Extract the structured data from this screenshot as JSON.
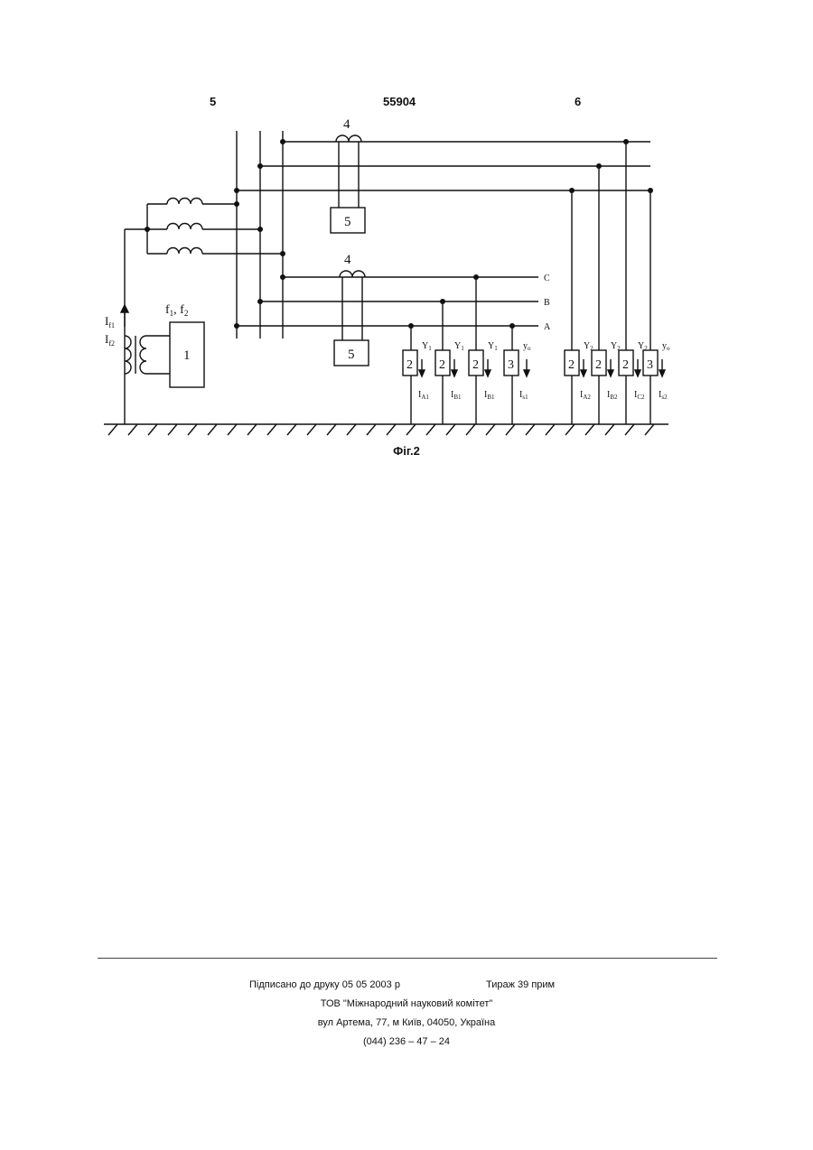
{
  "header": {
    "left": "5",
    "center": "55904",
    "right": "6"
  },
  "figure": {
    "caption": "Фіг.2",
    "phase_labels": [
      "C",
      "B",
      "A"
    ],
    "ct_label": "4",
    "meter_label": "5",
    "generator": {
      "label": "1",
      "freq_f1": "f",
      "freq_f1_sub": "1",
      "freq_f2": "f",
      "freq_f2_sub": "2"
    },
    "current_labels": {
      "i1": "I",
      "i1_sub": "f1",
      "i2": "I",
      "i2_sub": "f2"
    },
    "left_loads": [
      {
        "box": "2",
        "y": "Y",
        "y_sub": "1",
        "i": "I",
        "i_sub": "A1"
      },
      {
        "box": "2",
        "y": "Y",
        "y_sub": "1",
        "i": "I",
        "i_sub": "B1"
      },
      {
        "box": "2",
        "y": "Y",
        "y_sub": "1",
        "i": "I",
        "i_sub": "B1"
      },
      {
        "box": "3",
        "y": "y",
        "y_sub": "o",
        "i": "I",
        "i_sub": "s1"
      }
    ],
    "right_loads": [
      {
        "box": "2",
        "y": "Y",
        "y_sub": "2",
        "i": "I",
        "i_sub": "A2"
      },
      {
        "box": "2",
        "y": "Y",
        "y_sub": "2",
        "i": "I",
        "i_sub": "B2"
      },
      {
        "box": "2",
        "y": "Y",
        "y_sub": "2",
        "i": "I",
        "i_sub": "C2"
      },
      {
        "box": "3",
        "y": "y",
        "y_sub": "o",
        "i": "I",
        "i_sub": "s2"
      }
    ]
  },
  "footer": {
    "signed": "Підписано до друку 05 05 2003 р",
    "circulation": "Тираж 39 прим",
    "publisher": "ТОВ \"Міжнародний науковий комітет\"",
    "address": "вул  Артема, 77, м  Київ, 04050, Україна",
    "phone": "(044) 236 – 47 – 24"
  }
}
